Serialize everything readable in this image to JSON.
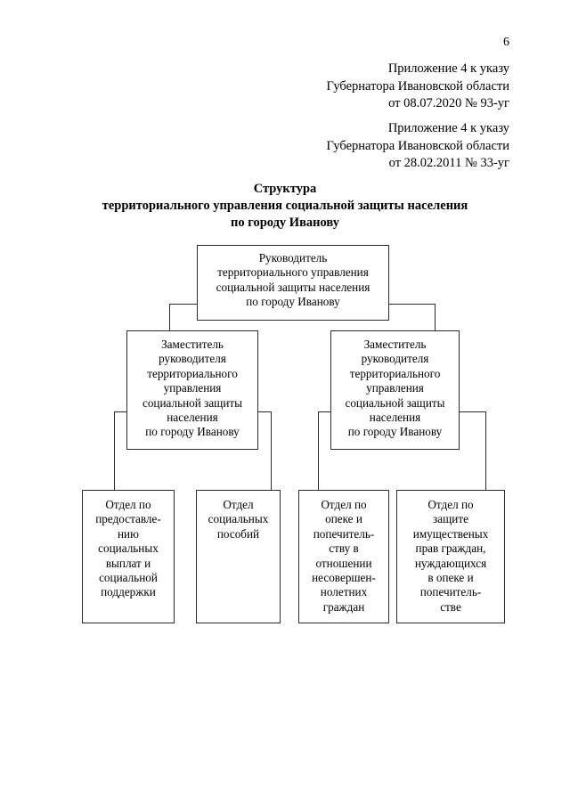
{
  "page": {
    "number": "6"
  },
  "references": [
    {
      "lines": [
        "Приложение 4 к указу",
        "Губернатора Ивановской области",
        "от 08.07.2020 № 93-уг"
      ]
    },
    {
      "lines": [
        "Приложение 4 к указу",
        "Губернатора Ивановской области",
        "от 28.02.2011 № 33-уг"
      ]
    }
  ],
  "title": {
    "line1": "Структура",
    "line2": "территориального управления социальной защиты населения",
    "line3": "по городу Иванову"
  },
  "chart": {
    "root": {
      "text": "Руководитель\nтерриториального управления\nсоциальной защиты населения\nпо городу Иванову"
    },
    "deputy_left": {
      "text": "Заместитель\nруководителя\nтерриториального\nуправления\nсоциальной защиты\nнаселения\nпо городу Иванову"
    },
    "deputy_right": {
      "text": "Заместитель\nруководителя\nтерриториального\nуправления\nсоциальной защиты\nнаселения\nпо городу Иванову"
    },
    "dept_payments": {
      "text": "Отдел по\nпредоставле-\nнию\nсоциальных\nвыплат и\nсоциальной\nподдержки"
    },
    "dept_benefits": {
      "text": "Отдел\nсоциальных\nпособий"
    },
    "dept_guardianship": {
      "text": "Отдел по\nопеке и\nпопечитель-\nству в\nотношении\nнесовершен-\nнолетних\nграждан"
    },
    "dept_property": {
      "text": "Отдел по\nзащите\nимущественых\nправ граждан,\nнуждающихся\nв опеке и\nпопечитель-\nстве"
    }
  },
  "colors": {
    "text": "#000000",
    "box_border": "#2b2b2b",
    "background": "#ffffff"
  }
}
